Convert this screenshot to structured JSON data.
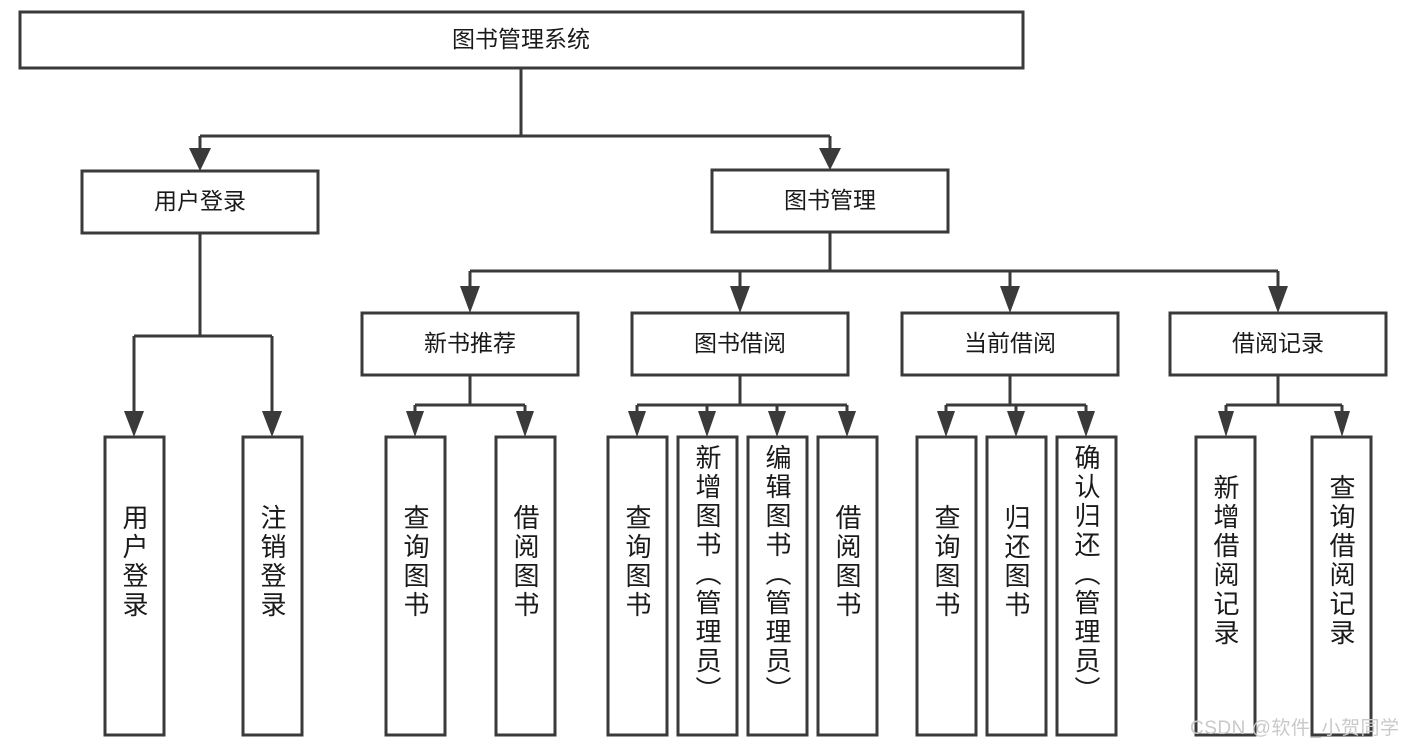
{
  "diagram": {
    "type": "tree-hierarchy-chart",
    "title": "图书管理系统",
    "watermark": "CSDN @软件_小贺同学",
    "colors": {
      "box_stroke": "#3a3a3a",
      "box_fill": "#ffffff",
      "text": "#1a1a1a",
      "background": "#ffffff",
      "watermark": "#c9c9c9"
    },
    "levels": {
      "root": {
        "label": "图书管理系统"
      },
      "level1": [
        {
          "label": "用户登录"
        },
        {
          "label": "图书管理"
        }
      ],
      "level2": [
        {
          "label": "新书推荐",
          "parent": "图书管理"
        },
        {
          "label": "图书借阅",
          "parent": "图书管理"
        },
        {
          "label": "当前借阅",
          "parent": "图书管理"
        },
        {
          "label": "借阅记录",
          "parent": "图书管理"
        }
      ],
      "leaves": [
        {
          "label": "用户登录",
          "parent": "用户登录",
          "align": "middle"
        },
        {
          "label": "注销登录",
          "parent": "用户登录",
          "align": "middle"
        },
        {
          "label": "查询图书",
          "parent": "新书推荐",
          "align": "middle"
        },
        {
          "label": "借阅图书",
          "parent": "新书推荐",
          "align": "middle"
        },
        {
          "label": "查询图书",
          "parent": "图书借阅",
          "align": "middle"
        },
        {
          "label": "新增图书（管理员）",
          "parent": "图书借阅",
          "align": "top"
        },
        {
          "label": "编辑图书（管理员）",
          "parent": "图书借阅",
          "align": "top"
        },
        {
          "label": "借阅图书",
          "parent": "图书借阅",
          "align": "middle"
        },
        {
          "label": "查询图书",
          "parent": "当前借阅",
          "align": "middle"
        },
        {
          "label": "归还图书",
          "parent": "当前借阅",
          "align": "middle"
        },
        {
          "label": "确认归还（管理员）",
          "parent": "当前借阅",
          "align": "top"
        },
        {
          "label": "新增借阅记录",
          "parent": "借阅记录",
          "align": "middle"
        },
        {
          "label": "查询借阅记录",
          "parent": "借阅记录",
          "align": "middle"
        }
      ]
    }
  }
}
